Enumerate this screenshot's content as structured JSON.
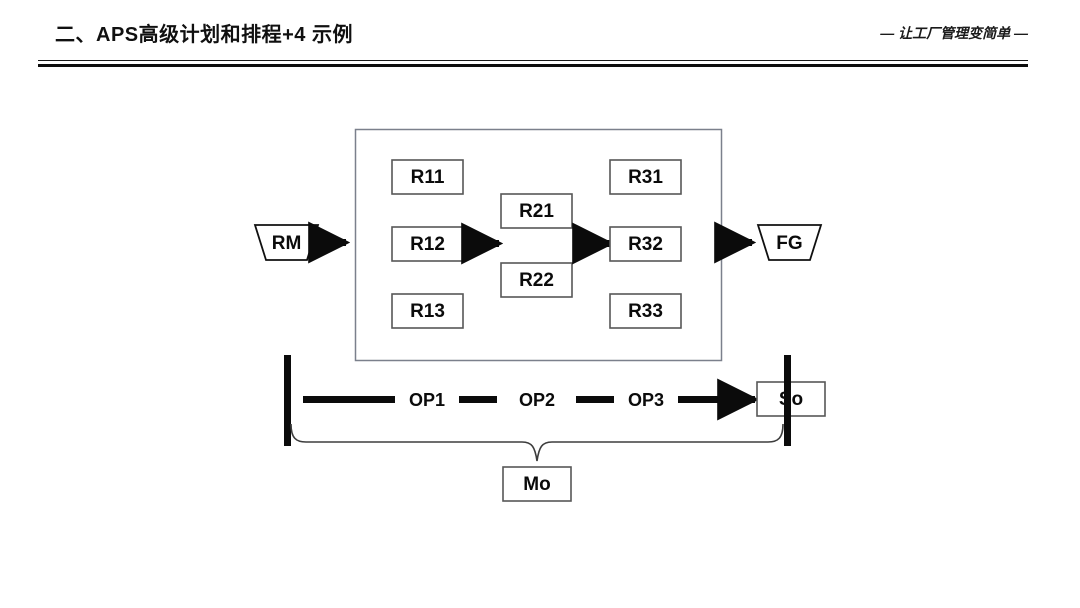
{
  "header": {
    "title": "二、APS高级计划和排程+4 示例",
    "tagline": "— 让工厂管理变简单 —"
  },
  "diagram": {
    "input_node": {
      "label": "RM",
      "shape": "trapezoid"
    },
    "output_node": {
      "label": "FG",
      "shape": "trapezoid"
    },
    "resource_group": {
      "columns": [
        {
          "nodes": [
            {
              "label": "R11"
            },
            {
              "label": "R12"
            },
            {
              "label": "R13"
            }
          ]
        },
        {
          "nodes": [
            {
              "label": "R21"
            },
            {
              "label": "R22"
            }
          ]
        },
        {
          "nodes": [
            {
              "label": "R31"
            },
            {
              "label": "R32"
            },
            {
              "label": "R33"
            }
          ]
        }
      ]
    },
    "operations": [
      {
        "label": "OP1"
      },
      {
        "label": "OP2"
      },
      {
        "label": "OP3"
      }
    ],
    "order_node": {
      "label": "So"
    },
    "mo_node": {
      "label": "Mo"
    },
    "colors": {
      "ink": "#0b0b0b",
      "box_border": "#575757",
      "group_border": "#7b808c",
      "brace": "#3d3d3d",
      "page_background": "#ffffff"
    }
  }
}
